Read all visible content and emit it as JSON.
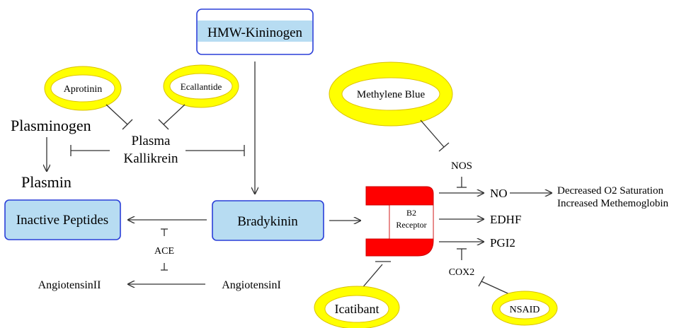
{
  "nodes": {
    "hmw_kininogen": "HMW-Kininogen",
    "aprotinin": "Aprotinin",
    "ecallantide": "Ecallantide",
    "methylene_blue": "Methylene Blue",
    "plasminogen": "Plasminogen",
    "plasma": "Plasma",
    "kallikrein": "Kallikrein",
    "plasmin": "Plasmin",
    "nos": "NOS",
    "inactive_peptides": "Inactive Peptides",
    "bradykinin": "Bradykinin",
    "b2": "B2",
    "receptor": "Receptor",
    "no": "NO",
    "edhf": "EDHF",
    "pgi2": "PGI2",
    "decreased_o2": "Decreased O2 Saturation",
    "increased_methemoglobin": "Increased Methemoglobin",
    "ace": "ACE",
    "cox2": "COX2",
    "angiotensin_ii": "AngiotensinII",
    "angiotensin_i": "AngiotensinI",
    "icatibant": "Icatibant",
    "nsaid": "NSAID"
  },
  "colors": {
    "box_border": "#2a3fd8",
    "box_band": "#b7dcf2",
    "oval_fill": "#ffff00",
    "oval_border": "#d9c100",
    "receptor_fill": "#ff0000",
    "line": "#333333"
  }
}
